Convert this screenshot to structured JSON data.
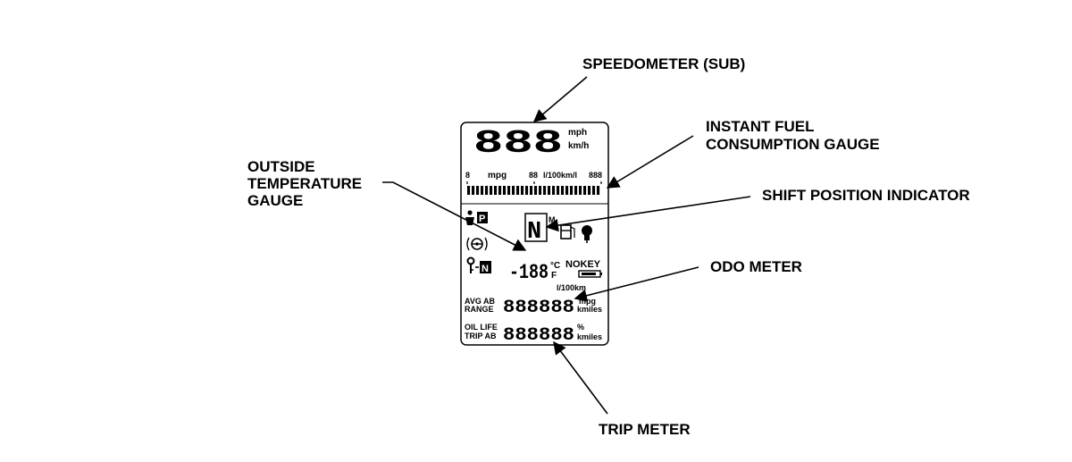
{
  "callouts": {
    "speedometer": "SPEEDOMETER (SUB)",
    "instant_fuel_1": "INSTANT FUEL",
    "instant_fuel_2": "CONSUMPTION GAUGE",
    "outside_temp_1": "OUTSIDE",
    "outside_temp_2": "TEMPERATURE",
    "outside_temp_3": "GAUGE",
    "shift_position": "SHIFT POSITION INDICATOR",
    "odo_meter": "ODO METER",
    "trip_meter": "TRIP METER"
  },
  "display": {
    "speed_digits": "888",
    "unit_mph": "mph",
    "unit_kmh": "km/h",
    "scale_left_num": "8",
    "scale_mpg": "mpg",
    "scale_mid_num": "88",
    "scale_l100": "l/100km/l",
    "scale_right_num": "888",
    "shift_letter": "N",
    "shift_m": "M",
    "temp_digits": "-188",
    "temp_c": "°C",
    "temp_f": "F",
    "nokey": "NOKEY",
    "l100km_label": "l/100km",
    "avg_ab": "AVG AB",
    "range": "RANGE",
    "odo_digits": "888888",
    "odo_unit_top": "mpg",
    "odo_unit_bottom": "kmiles",
    "oil_life": "OIL LIFE",
    "trip_ab": "TRIP AB",
    "trip_digits": "888888",
    "trip_unit_top": "%",
    "trip_unit_bottom": "kmiles",
    "key_n": "N",
    "park_p": "P"
  },
  "icons": {
    "seatbelt_park": "person-park-icon",
    "steering": "steering-warning-icon",
    "key_n": "key-n-icon",
    "fuel": "fuel-pump-icon",
    "bulb": "bulb-icon",
    "battery": "battery-icon"
  }
}
